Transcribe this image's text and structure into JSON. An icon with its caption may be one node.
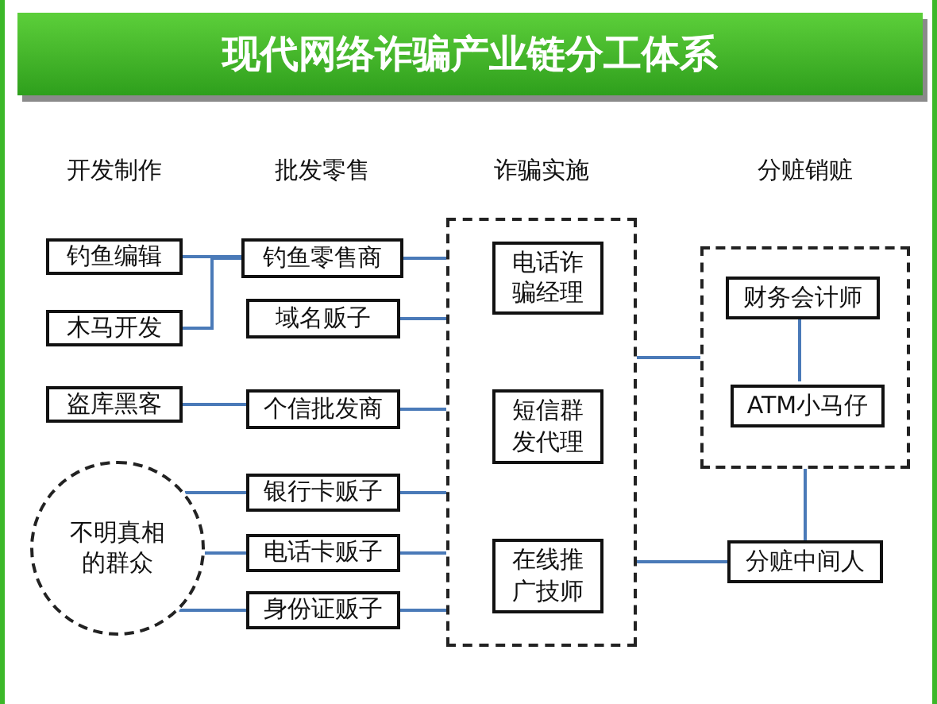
{
  "diagram": {
    "title": "现代网络诈骗产业链分工体系",
    "nodes": [
      {
        "text": [
          "钓鱼编辑"
        ]
      },
      {
        "text": [
          "木马开发"
        ]
      },
      {
        "text": [
          "盗库黑客"
        ]
      },
      {
        "text": [
          "不明真相的群众"
        ]
      },
      {
        "text": [
          "钓鱼零售商"
        ]
      },
      {
        "text": [
          "域名贩子"
        ]
      },
      {
        "text": [
          "个信批发商"
        ]
      },
      {
        "text": [
          "银行卡贩子"
        ]
      },
      {
        "text": [
          "电话卡贩子"
        ]
      },
      {
        "text": [
          "身份证贩子"
        ]
      },
      {
        "text": [],
        "shape": "box"
      },
      {
        "text": [
          "电话诈骗经理"
        ],
        "in": 10
      },
      {
        "text": [
          "短信群发代理"
        ],
        "in": 10
      },
      {
        "text": [
          "在线推广技师"
        ],
        "in": 10
      },
      {
        "text": [],
        "shape": "box"
      },
      {
        "text": [
          "财务会计师"
        ],
        "in": 14
      },
      {
        "text": [
          "ATM小马仔"
        ],
        "in": 14
      },
      {
        "text": [
          "分赃中间人"
        ]
      }
    ],
    "edges": [
      {
        "from": 0,
        "to": 4,
        "arrow": "none"
      },
      {
        "from": 1,
        "to": 4,
        "arrow": "none"
      },
      {
        "from": 2,
        "to": 6,
        "arrow": "none"
      },
      {
        "from": 7,
        "to": 3,
        "arrow": "none"
      },
      {
        "from": 8,
        "to": 3,
        "arrow": "none"
      },
      {
        "from": 9,
        "to": 3,
        "arrow": "none"
      },
      {
        "from": 4,
        "to": 10,
        "arrow": "none"
      },
      {
        "from": 5,
        "to": 10,
        "arrow": "none"
      },
      {
        "from": 6,
        "to": 10,
        "arrow": "none"
      },
      {
        "from": 7,
        "to": 10,
        "arrow": "none"
      },
      {
        "from": 8,
        "to": 10,
        "arrow": "none"
      },
      {
        "from": 9,
        "to": 10,
        "arrow": "none"
      },
      {
        "from": 10,
        "to": 14,
        "arrow": "none"
      },
      {
        "from": 15,
        "to": 16,
        "arrow": "none"
      },
      {
        "from": 17,
        "to": 14,
        "arrow": "none"
      },
      {
        "from": 17,
        "to": 10,
        "arrow": "none"
      }
    ],
    "labels": [
      "开发制作",
      "批发零售",
      "诈骗实施",
      "分赃销赃"
    ]
  }
}
